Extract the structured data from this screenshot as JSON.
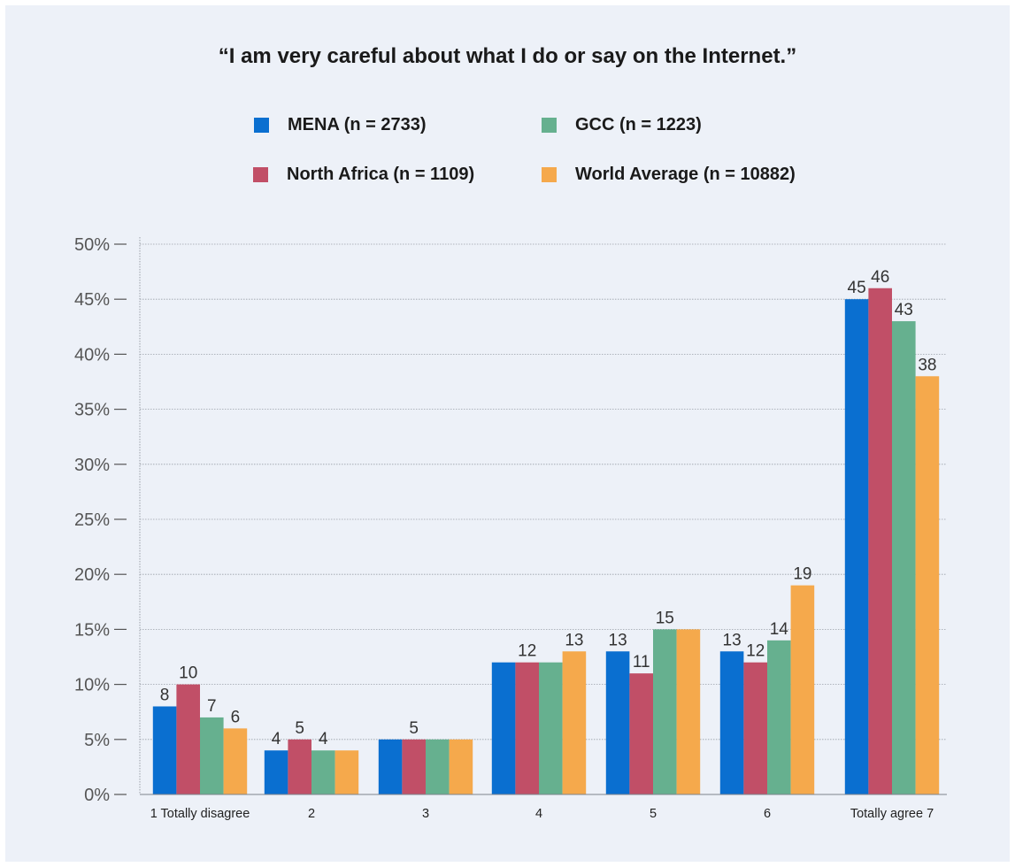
{
  "colors": {
    "mena": "#0a6fd0",
    "north_africa": "#c14f67",
    "gcc": "#66b08f",
    "world": "#f5a94c",
    "axis_text": "#555555",
    "grid": "#9aa0a8"
  },
  "chart_data": {
    "type": "bar",
    "title": "“I am very careful about what I do or say on the Internet.”",
    "xlabel": "",
    "ylabel": "",
    "ylim": [
      0,
      50
    ],
    "yticks": [
      "0%",
      "5%",
      "10%",
      "15%",
      "20%",
      "25%",
      "30%",
      "35%",
      "40%",
      "45%",
      "50%"
    ],
    "grid": true,
    "legend_position": "top",
    "categories": [
      "1 Totally disagree",
      "2",
      "3",
      "4",
      "5",
      "6",
      "Totally agree 7"
    ],
    "series": [
      {
        "name": "MENA (n = 2733)",
        "values": [
          8,
          4,
          5,
          12,
          13,
          13,
          45
        ],
        "labels": [
          "8",
          "4",
          "",
          "",
          "13",
          "13",
          "45"
        ]
      },
      {
        "name": "North Africa (n = 1109)",
        "values": [
          10,
          5,
          5,
          12,
          11,
          12,
          46
        ],
        "labels": [
          "10",
          "5",
          "5",
          "12",
          "11",
          "12",
          "46"
        ]
      },
      {
        "name": "GCC (n = 1223)",
        "values": [
          7,
          4,
          5,
          12,
          15,
          14,
          43
        ],
        "labels": [
          "7",
          "4",
          "",
          "",
          "15",
          "14",
          "43"
        ]
      },
      {
        "name": "World Average (n = 10882)",
        "values": [
          6,
          4,
          5,
          13,
          15,
          19,
          38
        ],
        "labels": [
          "6",
          "",
          "",
          "13",
          "",
          "19",
          "38"
        ]
      }
    ]
  }
}
